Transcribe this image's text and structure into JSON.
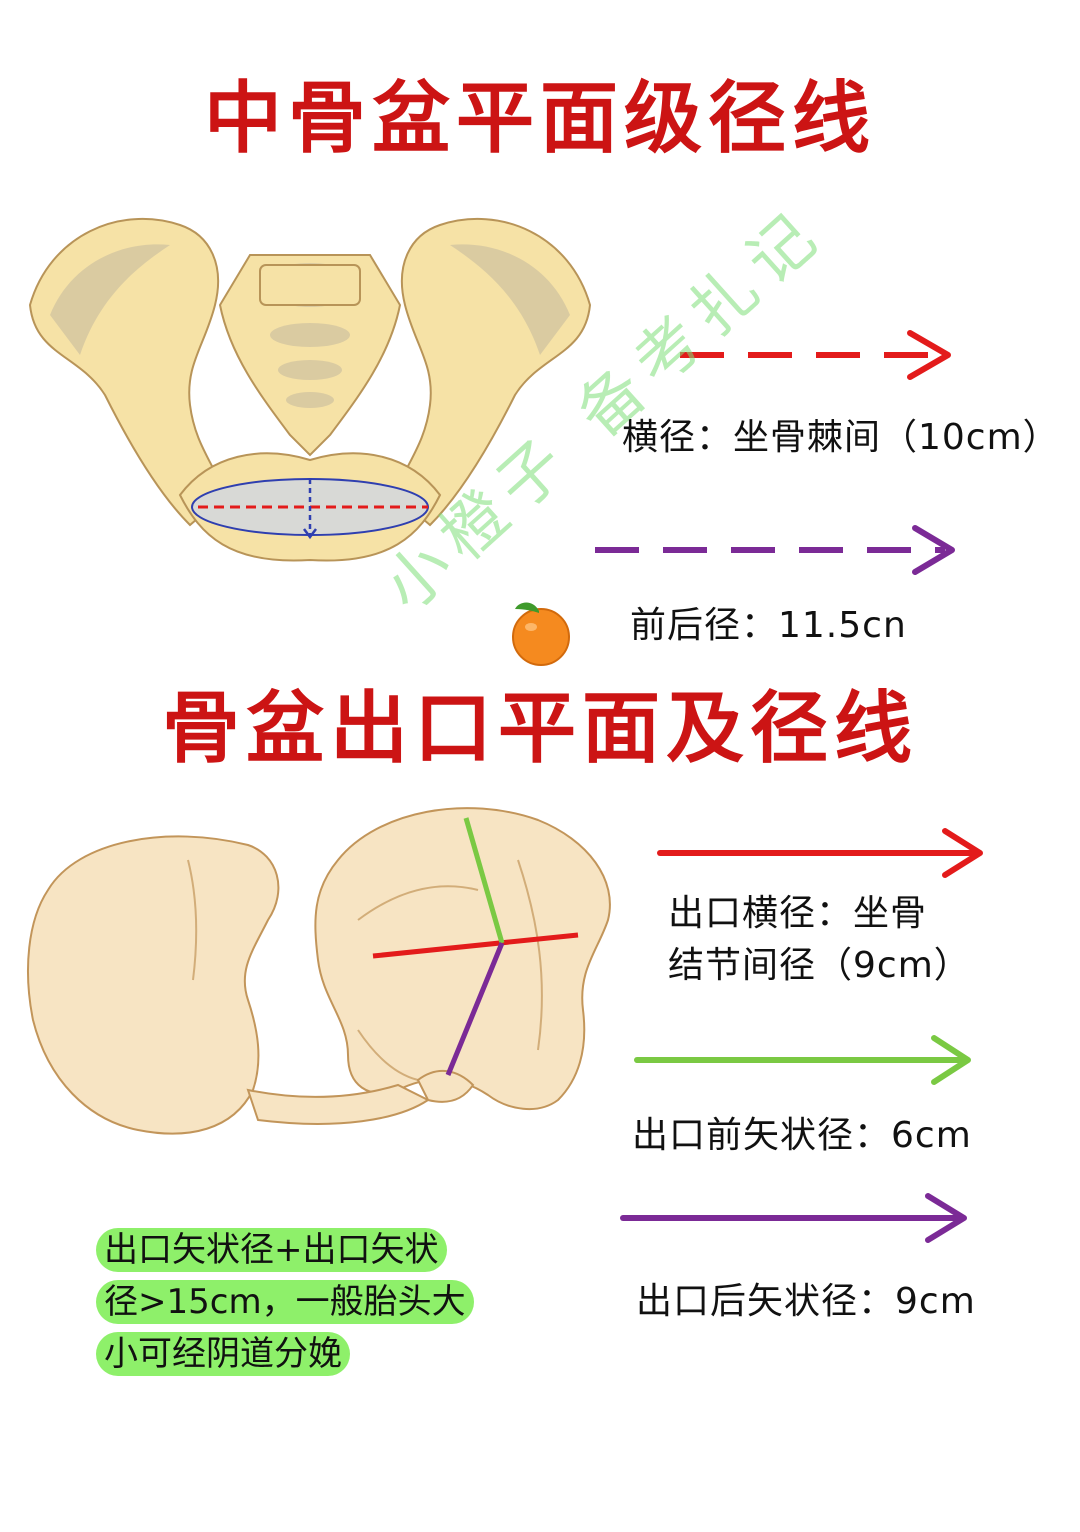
{
  "section1": {
    "title": "中骨盆平面级径线",
    "legend": [
      {
        "label": "横径：坐骨棘间（10cm）",
        "color": "#e31b1b",
        "style": "dashed"
      },
      {
        "label": "前后径：11.5cn",
        "color": "#7b2a96",
        "style": "dashed"
      }
    ]
  },
  "section2": {
    "title": "骨盆出口平面及径线",
    "legend": [
      {
        "line1": "出口横径：坐骨",
        "line2": "结节间径（9cm）",
        "color": "#e31b1b"
      },
      {
        "label": "出口前矢状径：6cm",
        "color": "#7ac943"
      },
      {
        "label": "出口后矢状径：9cm",
        "color": "#7b2a96"
      }
    ]
  },
  "note": {
    "lines": [
      "出口矢状径+出口矢状",
      "径>15cm，一般胎头大",
      "小可经阴道分娩"
    ],
    "highlight_color": "#8ef06a"
  },
  "watermark": {
    "text": "小橙子 备考扎记"
  },
  "colors": {
    "title": "#cc1414",
    "bone": "#f6e2a6",
    "bone_outline": "#b89458",
    "bone_shadow": "#cfc2a0"
  }
}
